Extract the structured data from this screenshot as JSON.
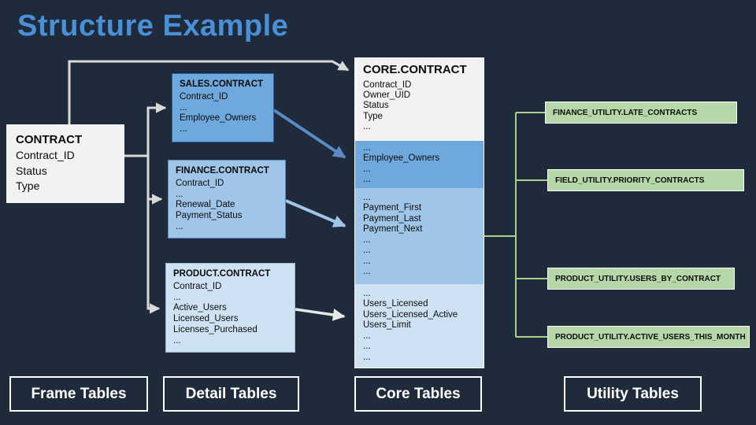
{
  "title": "Structure Example",
  "colors": {
    "background": "#1f2b3a",
    "title_text": "#4a90d9",
    "frame_fill": "#f2f2f2",
    "detail_blue": "#6fa8dc",
    "detail_light_blue": "#9fc5e8",
    "detail_lightest_blue": "#cfe2f3",
    "utility_green": "#b6d7a8",
    "connector_gray": "#d9d9d9",
    "connector_green": "#a9d18e",
    "outline_white": "#ffffff"
  },
  "frame_table": {
    "title": "CONTRACT",
    "fields": [
      "Contract_ID",
      "Status",
      "Type"
    ]
  },
  "detail_tables": [
    {
      "title": "SALES.CONTRACT",
      "fields": [
        "Contract_ID",
        "...",
        "Employee_Owners",
        "..."
      ]
    },
    {
      "title": "FINANCE.CONTRACT",
      "fields": [
        "Contract_ID",
        "...",
        "Renewal_Date",
        "Payment_Status",
        "..."
      ]
    },
    {
      "title": "PRODUCT.CONTRACT",
      "fields": [
        "Contract_ID",
        "...",
        "Active_Users",
        "Licensed_Users",
        "Licenses_Purchased",
        "..."
      ]
    }
  ],
  "core_table": {
    "title": "CORE.CONTRACT",
    "sections": [
      {
        "fields": [
          "Contract_ID",
          "Owner_UID",
          "Status",
          "Type",
          "..."
        ]
      },
      {
        "fields": [
          "...",
          "Employee_Owners",
          "...",
          "..."
        ]
      },
      {
        "fields": [
          "...",
          "Payment_First",
          "Payment_Last",
          "Payment_Next",
          "...",
          "...",
          "...",
          "..."
        ]
      },
      {
        "fields": [
          "...",
          "Users_Licensed",
          "Users_Licensed_Active",
          "Users_Limit",
          "...",
          "...",
          "..."
        ]
      }
    ]
  },
  "utility_tables": [
    "FINANCE_UTILITY.LATE_CONTRACTS",
    "FIELD_UTILITY.PRIORITY_CONTRACTS",
    "PRODUCT_UTILITY.USERS_BY_CONTRACT",
    "PRODUCT_UTILITY.ACTIVE_USERS_THIS_MONTH"
  ],
  "category_labels": [
    "Frame Tables",
    "Detail Tables",
    "Core Tables",
    "Utility Tables"
  ]
}
